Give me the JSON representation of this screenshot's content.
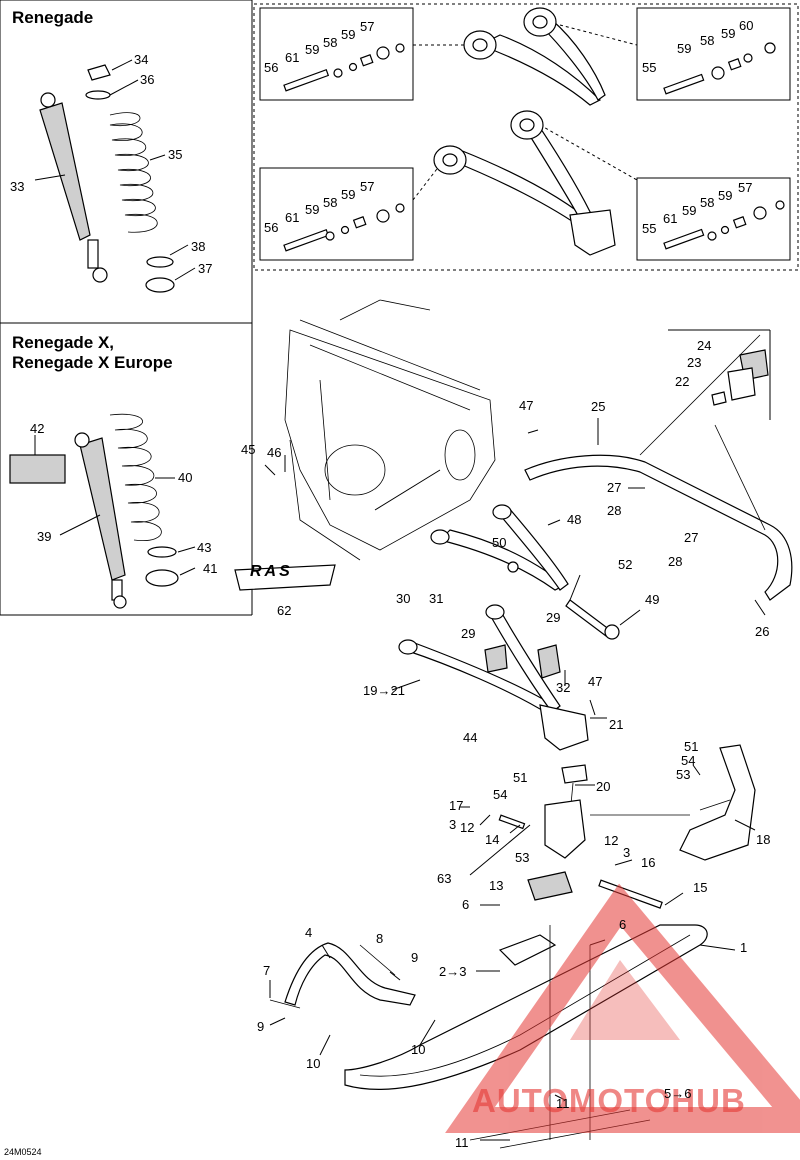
{
  "panels": {
    "renegade_title": "Renegade",
    "renegade_x_title_line1": "Renegade X,",
    "renegade_x_title_line2": "Renegade X Europe"
  },
  "logo_text": "RAS",
  "diagram_code": "24M0524",
  "watermark": {
    "text": "AUTOMOTOHUB",
    "color": "#e53935"
  },
  "callouts": {
    "c34": "34",
    "c36": "36",
    "c35": "35",
    "c33": "33",
    "c38": "38",
    "c37": "37",
    "c42": "42",
    "c40": "40",
    "c39": "39",
    "c43": "43",
    "c41": "41",
    "c62": "62",
    "tl57": "57",
    "tl59a": "59",
    "tl59b": "59",
    "tl58": "58",
    "tl61": "61",
    "tl56": "56",
    "tr60": "60",
    "tr59a": "59",
    "tr58": "58",
    "tr59b": "59",
    "tr55": "55",
    "bl57": "57",
    "bl59a": "59",
    "bl58": "58",
    "bl59b": "59",
    "bl61": "61",
    "bl56": "56",
    "br57": "57",
    "br59a": "59",
    "br58": "58",
    "br59b": "59",
    "br61": "61",
    "br55": "55",
    "c24": "24",
    "c23": "23",
    "c22": "22",
    "c25": "25",
    "c47a": "47",
    "c45": "45",
    "c46": "46",
    "c27a": "27",
    "c28a": "28",
    "c27b": "27",
    "c28b": "28",
    "c48": "48",
    "c50": "50",
    "c52": "52",
    "c49": "49",
    "c26": "26",
    "c30": "30",
    "c31": "31",
    "c29a": "29",
    "c29b": "29",
    "c19": "19→21",
    "c32": "32",
    "c47b": "47",
    "c21": "21",
    "c44": "44",
    "c51a": "51",
    "c54a": "54",
    "c53a": "53",
    "c20": "20",
    "c18": "18",
    "c17": "17",
    "c3a": "3",
    "c12a": "12",
    "c14": "14",
    "c51b": "51",
    "c54b": "54",
    "c53b": "53",
    "c12b": "12",
    "c3b": "3",
    "c16": "16",
    "c63": "63",
    "c15": "15",
    "c13": "13",
    "c6a": "6",
    "c1": "1",
    "c6b": "6",
    "c4": "4",
    "c8": "8",
    "c9a": "9",
    "c2": "2→3",
    "c7": "7",
    "c9b": "9",
    "c10a": "10",
    "c10b": "10",
    "c11a": "11",
    "c11b": "11",
    "c5": "5→6"
  }
}
